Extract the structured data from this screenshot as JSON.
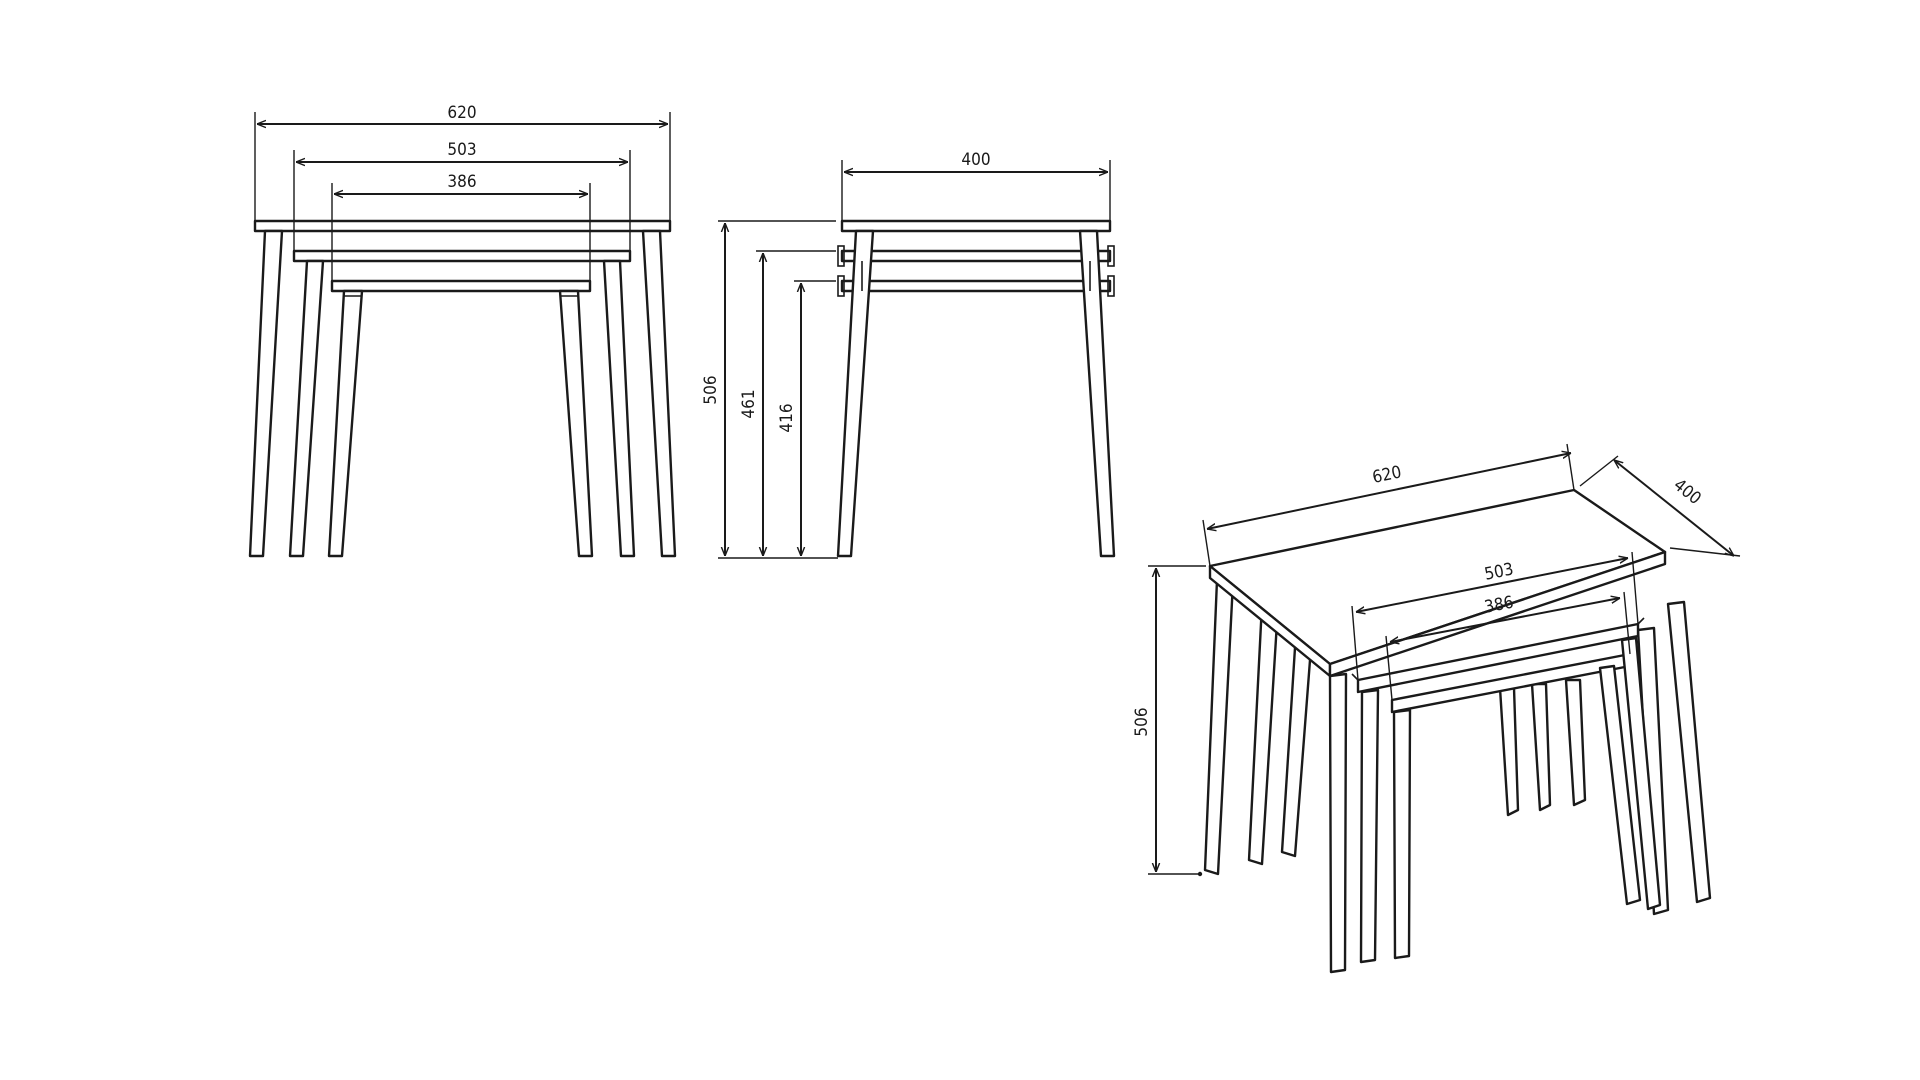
{
  "front_view": {
    "width_large": "620",
    "width_medium": "503",
    "width_small": "386"
  },
  "side_view": {
    "depth": "400",
    "height_large": "506",
    "height_medium": "461",
    "height_small": "416"
  },
  "iso_view": {
    "width_large": "620",
    "depth": "400",
    "width_medium": "503",
    "width_small": "386",
    "height_large": "506"
  },
  "colors": {
    "line": "#1a1a1a",
    "background": "#ffffff"
  }
}
